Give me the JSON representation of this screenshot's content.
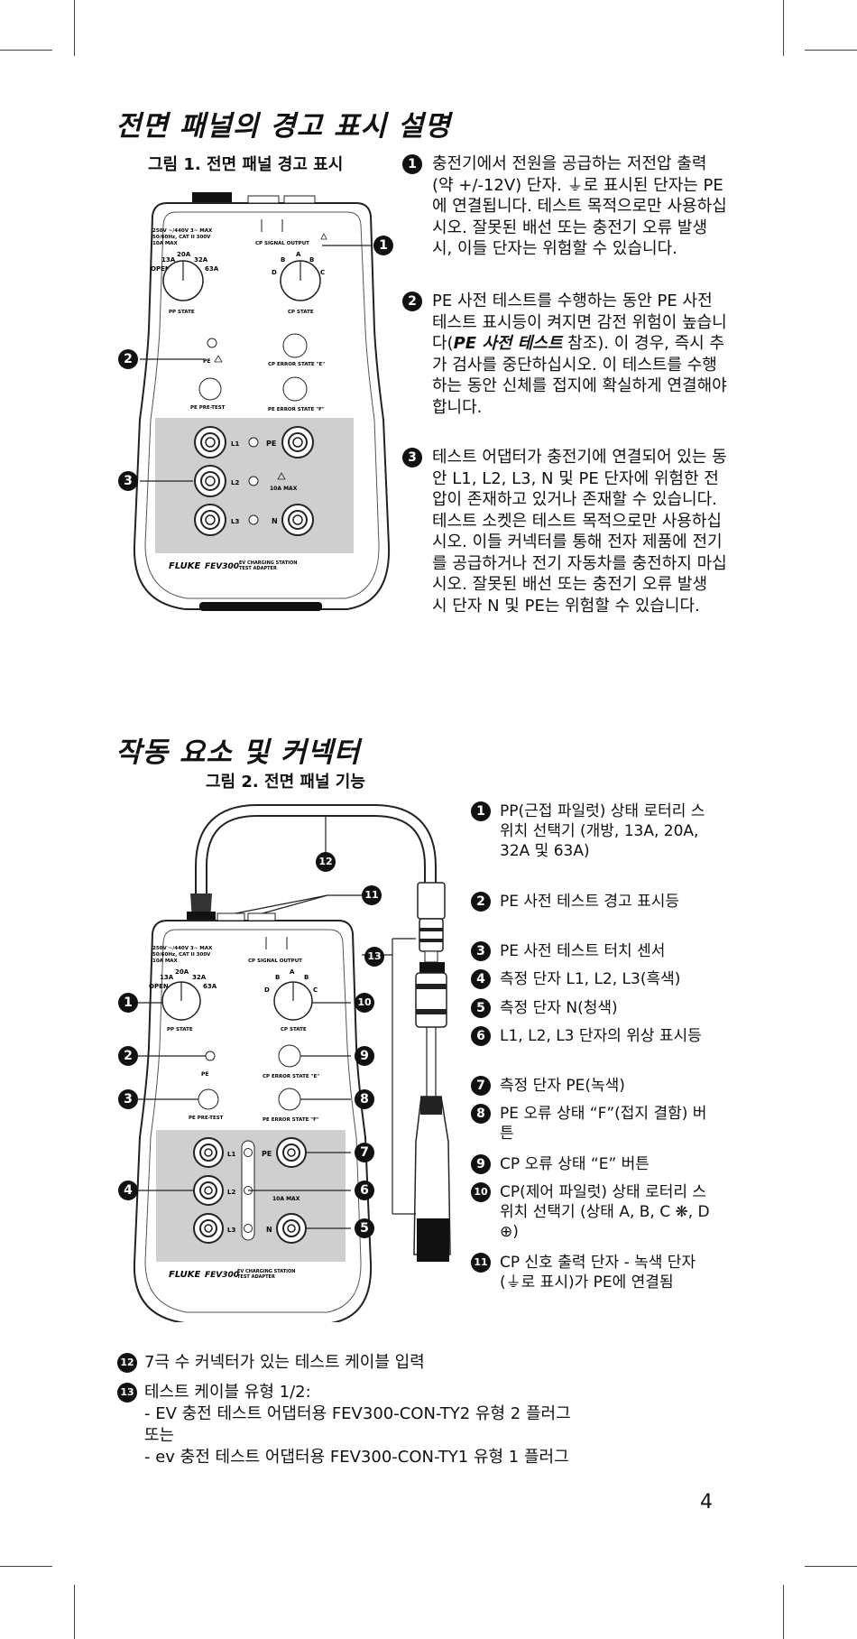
{
  "section1": {
    "title": "전면 패널의 경고 표시 설명",
    "figure_caption": "그림 1. 전면 패널 경고 표시",
    "items": [
      {
        "num": "1",
        "text": "충전기에서 전원을 공급하는 저전압 출력(약 +/-12V) 단자. ⏚로 표시된 단자는 PE에 연결됩니다. 테스트 목적으로만 사용하십시오. 잘못된 배선 또는 충전기 오류 발생 시, 이들 단자는 위험할 수 있습니다."
      },
      {
        "num": "2",
        "text_before": "PE 사전 테스트를 수행하는 동안 PE 사전 테스트 표시등이 켜지면 감전 위험이 높습니다(",
        "text_emph": "PE 사전 테스트",
        "text_after": " 참조). 이 경우, 즉시 추가 검사를 중단하십시오. 이 테스트를 수행하는 동안 신체를 접지에 확실하게 연결해야 합니다."
      },
      {
        "num": "3",
        "text": "테스트 어댑터가 충전기에 연결되어 있는 동안 L1, L2, L3, N 및 PE 단자에 위험한 전압이 존재하고 있거나 존재할 수 있습니다. 테스트 소켓은 테스트 목적으로만 사용하십시오. 이들 커넥터를 통해 전자 제품에 전기를 공급하거나 전기 자동차를 충전하지 마십시오. 잘못된 배선 또는 충전기 오류 발생 시 단자 N 및 PE는 위험할 수 있습니다."
      }
    ]
  },
  "section2": {
    "title": "작동 요소 및 커넥터",
    "figure_caption": "그림 2. 전면 패널 기능",
    "items": [
      {
        "num": "1",
        "text": "PP(근접 파일럿) 상태 로터리 스위치 선택기 (개방, 13A, 20A, 32A 및 63A)"
      },
      {
        "num": "2",
        "text": "PE 사전 테스트 경고 표시등"
      },
      {
        "num": "3",
        "text": "PE 사전 테스트 터치 센서"
      },
      {
        "num": "4",
        "text": "측정 단자 L1, L2, L3(흑색)"
      },
      {
        "num": "5",
        "text": "측정 단자 N(청색)"
      },
      {
        "num": "6",
        "text": "L1, L2, L3 단자의 위상 표시등"
      },
      {
        "num": "7",
        "text": "측정 단자 PE(녹색)"
      },
      {
        "num": "8",
        "text": "PE 오류 상태 “F”(접지 결함) 버튼"
      },
      {
        "num": "9",
        "text": "CP 오류 상태 “E” 버튼"
      },
      {
        "num": "10",
        "text": "CP(제어 파일럿) 상태 로터리 스위치 선택기 (상태 A, B, C ❋, D ⊕)"
      },
      {
        "num": "11",
        "text": "CP 신호 출력 단자 - 녹색 단자(⏚로 표시)가 PE에 연결됨"
      }
    ],
    "bottom_items": [
      {
        "num": "12",
        "lines": [
          "7극 수 커넥터가 있는 테스트 케이블 입력"
        ]
      },
      {
        "num": "13",
        "lines": [
          "테스트 케이블 유형 1/2:",
          "- EV 충전 테스트 어댑터용 FEV300-CON-TY2 유형 2 플러그",
          "또는",
          "- ev 충전 테스트 어댑터용 FEV300-CON-TY1 유형 1 플러그"
        ]
      }
    ]
  },
  "device": {
    "rating_line1": "250V ~/440V 3~ MAX",
    "rating_line2": "50/60Hz, CAT II 300V",
    "rating_line3": "10A MAX",
    "cp_signal_output": "CP SIGNAL OUTPUT",
    "pp_labels": [
      "13A",
      "20A",
      "32A",
      "OPEN",
      "63A"
    ],
    "pp_state": "PP STATE",
    "cp_labels": [
      "A",
      "B",
      "B",
      "D",
      "C"
    ],
    "cp_state": "CP STATE",
    "pe_label": "PE",
    "cp_error_e": "CP ERROR STATE \"E\"",
    "pe_pretest": "PE PRE-TEST",
    "pe_error_f": "PE ERROR STATE \"F\"",
    "l1": "L1",
    "l2": "L2",
    "l3": "L3",
    "pe": "PE",
    "n": "N",
    "max10a": "10A MAX",
    "brand": "FLUKE",
    "model": "FEV300",
    "model_desc1": "EV CHARGING STATION",
    "model_desc2": "TEST ADAPTER"
  },
  "callouts_fig1": [
    "1",
    "2",
    "3"
  ],
  "callouts_fig2": [
    "1",
    "2",
    "3",
    "4",
    "5",
    "6",
    "7",
    "8",
    "9",
    "10",
    "11",
    "12",
    "13"
  ],
  "page_number": "4"
}
